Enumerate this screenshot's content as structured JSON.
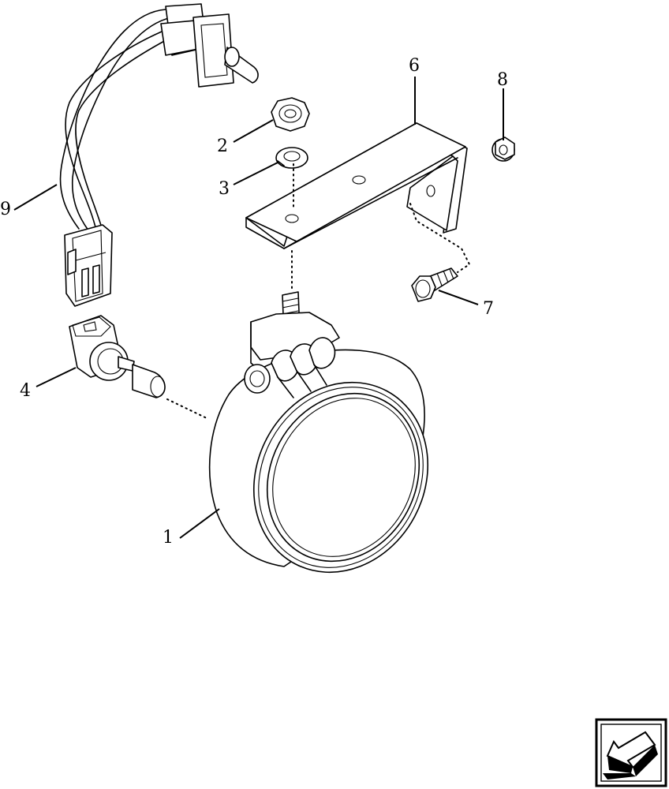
{
  "callouts": [
    {
      "id": "1",
      "label": "1"
    },
    {
      "id": "2",
      "label": "2"
    },
    {
      "id": "3",
      "label": "3"
    },
    {
      "id": "4",
      "label": "4"
    },
    {
      "id": "6",
      "label": "6"
    },
    {
      "id": "7",
      "label": "7"
    },
    {
      "id": "8",
      "label": "8"
    },
    {
      "id": "9",
      "label": "9"
    }
  ],
  "nav_icon": "previous-page-arrow-icon"
}
